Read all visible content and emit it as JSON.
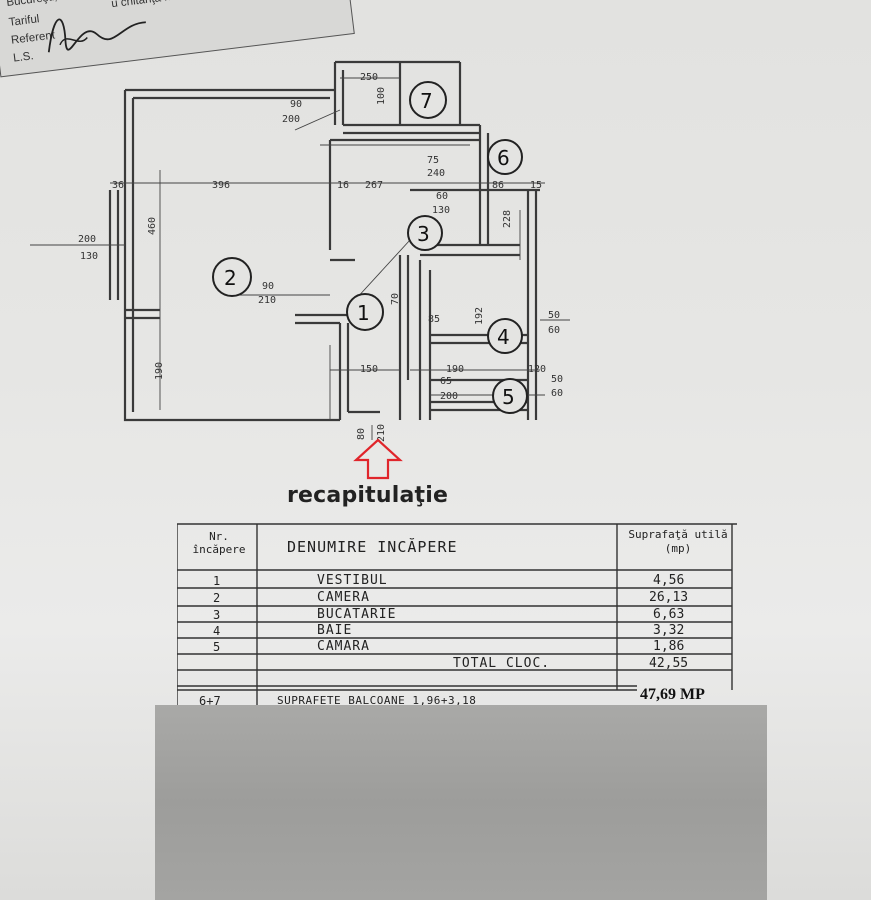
{
  "stamp": {
    "line1": "Bucureşti, elibe",
    "line1b": "u chitanţa nr.",
    "line2": "Tariful",
    "line3": "Referent",
    "line4": "L.S."
  },
  "plan": {
    "rooms": [
      "1",
      "2",
      "3",
      "4",
      "5",
      "6",
      "7"
    ],
    "dims": {
      "d250": "250",
      "d100": "100",
      "d90_200": "90",
      "d200a": "200",
      "d36": "36",
      "d396": "396",
      "d16": "16",
      "d267": "267",
      "d60": "60",
      "d86": "86",
      "d15": "15",
      "d240": "240",
      "d75": "75",
      "d130": "130",
      "d228": "228",
      "d200b": "200",
      "d130b": "130",
      "d460": "460",
      "d90": "90",
      "d210": "210",
      "d70": "70",
      "d85": "85",
      "d192": "192",
      "d50": "50",
      "d60b": "60",
      "d190": "190",
      "d150": "150",
      "d190b": "190",
      "d65": "65",
      "d200c": "200",
      "d120": "120",
      "d50b": "50",
      "d60c": "60",
      "d80": "80",
      "d210b": "210"
    }
  },
  "recap_title": "recapitulaţie",
  "table": {
    "headers": [
      "Nr. încăpere",
      "DENUMIRE INCĂPERE",
      "Suprafaţă utilă (mp)"
    ],
    "rows": [
      {
        "nr": "1",
        "name": "VESTIBUL",
        "area": "4,56"
      },
      {
        "nr": "2",
        "name": "CAMERA",
        "area": "26,13"
      },
      {
        "nr": "3",
        "name": "BUCATARIE",
        "area": "6,63"
      },
      {
        "nr": "4",
        "name": "BAIE",
        "area": "3,32"
      },
      {
        "nr": "5",
        "name": "CAMARA",
        "area": "1,86"
      }
    ],
    "total_label": "TOTAL CLOC.",
    "total_value": "42,55",
    "balcony_nr": "6+7",
    "balcony_label": "SUPRAFETE BALCOANE 1,96+3,18",
    "grand_total": "47,69 MP"
  },
  "colors": {
    "ink": "#333333",
    "arrow": "#e0252b",
    "paper": "#e6e6e4",
    "redaction": "#a4a4a2"
  }
}
